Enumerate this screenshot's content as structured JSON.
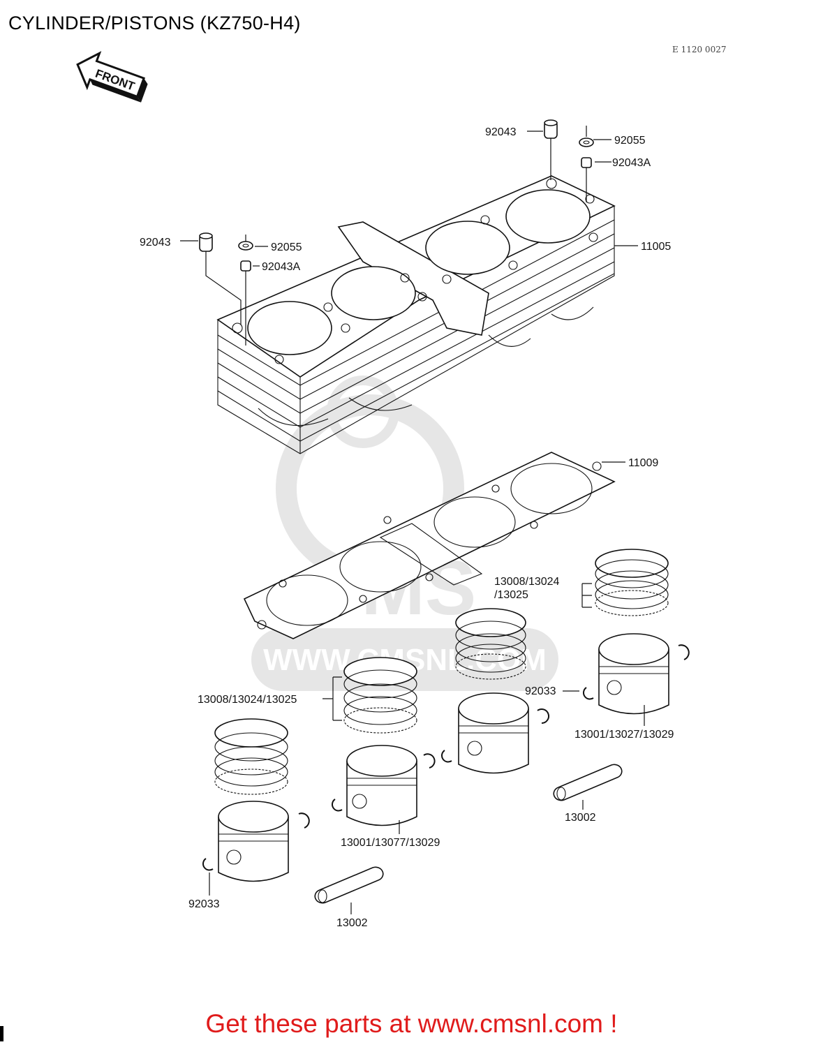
{
  "header": {
    "title": "CYLINDER/PISTONS (KZ750-H4)",
    "diagram_code": "E 1120 0027"
  },
  "diagram": {
    "front_arrow": "FRONT",
    "watermark": "WWW.CMSNL.COM",
    "labels": {
      "l92043_top": "92043",
      "l92055_top": "92055",
      "l92043a_top": "92043A",
      "l92043_left": "92043",
      "l92055_left": "92055",
      "l92043a_left": "92043A",
      "l11005": "11005",
      "l11009": "11009",
      "l13008_right_a": "13008/13024",
      "l13008_right_b": "/13025",
      "l13008_left": "13008/13024/13025",
      "l92033_mid": "92033",
      "l13001_right": "13001/13027/13029",
      "l13001_left": "13001/13077/13029",
      "l13002_right": "13002",
      "l13002_left": "13002",
      "l92033_left": "92033"
    }
  },
  "footer": {
    "text": "Get these parts at www.cmsnl.com !"
  }
}
